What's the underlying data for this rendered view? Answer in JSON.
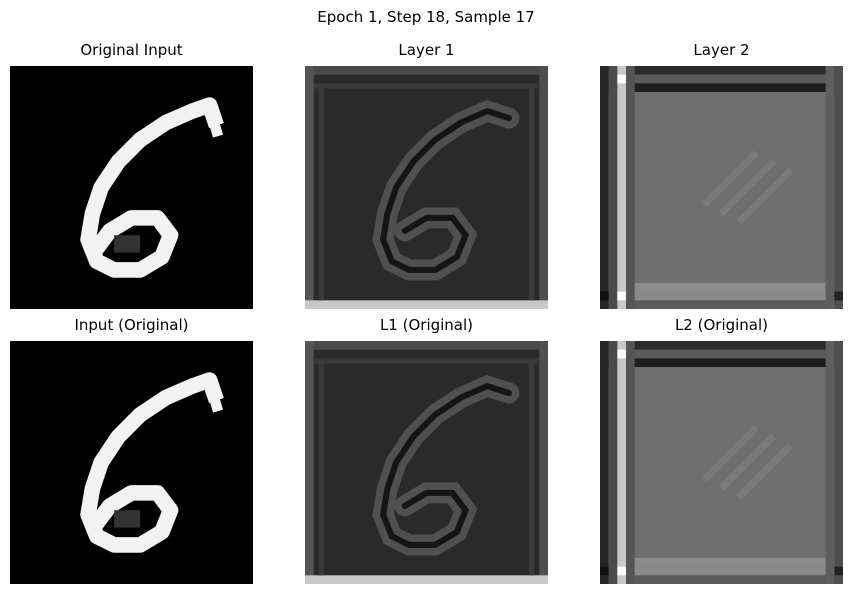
{
  "figure": {
    "suptitle": "Epoch 1, Step 18, Sample 17",
    "panels": [
      {
        "title": "Original Input",
        "kind": "digit"
      },
      {
        "title": "Layer 1",
        "kind": "l1"
      },
      {
        "title": "Layer 2",
        "kind": "l2"
      },
      {
        "title": "Input (Original)",
        "kind": "digit"
      },
      {
        "title": "L1 (Original)",
        "kind": "l1"
      },
      {
        "title": "L2 (Original)",
        "kind": "l2"
      }
    ]
  }
}
